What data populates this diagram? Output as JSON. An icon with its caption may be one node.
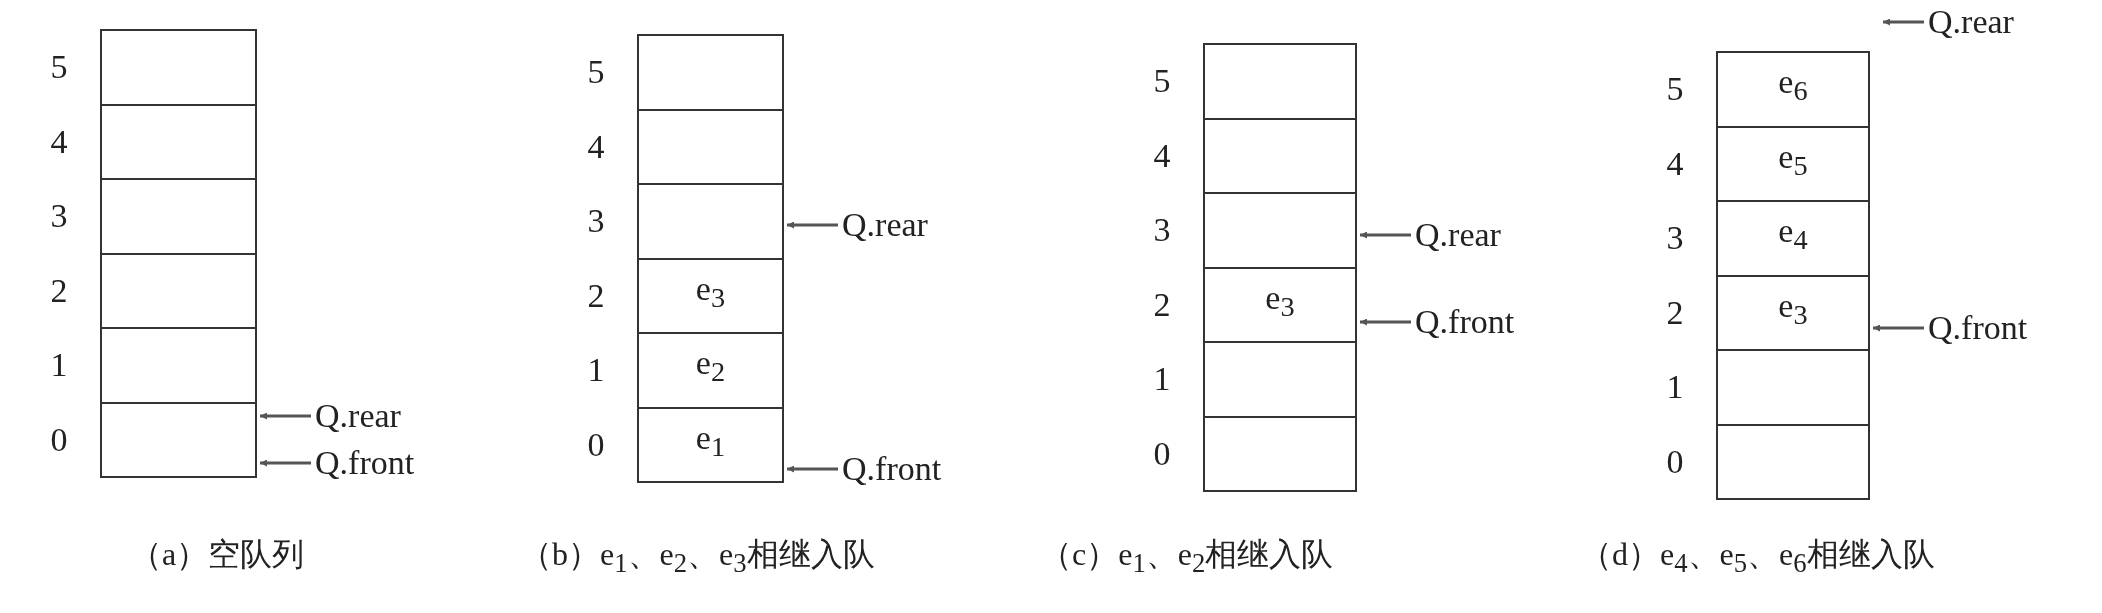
{
  "diagram": {
    "nodes": [
      {
        "text": [],
        "shape": "box",
        "beside": [
          "5"
        ]
      },
      {
        "text": [],
        "shape": "box",
        "beside": [
          "4"
        ]
      },
      {
        "text": [],
        "shape": "box",
        "beside": [
          "3"
        ]
      },
      {
        "text": [],
        "shape": "box",
        "beside": [
          "2"
        ]
      },
      {
        "text": [],
        "shape": "box",
        "beside": [
          "1"
        ]
      },
      {
        "text": [],
        "shape": "box",
        "beside": [
          "0"
        ]
      },
      {
        "text": [
          "Q.rear"
        ]
      },
      {
        "text": [
          "Q.front"
        ]
      },
      {
        "text": [],
        "shape": "box",
        "beside": [
          "5"
        ]
      },
      {
        "text": [],
        "shape": "box",
        "beside": [
          "4"
        ]
      },
      {
        "text": [],
        "shape": "box",
        "beside": [
          "3"
        ]
      },
      {
        "text": [
          "e$_{3}$"
        ],
        "beside": [
          "2"
        ]
      },
      {
        "text": [
          "e$_{2}$"
        ],
        "beside": [
          "1"
        ]
      },
      {
        "text": [
          "e$_{1}$"
        ],
        "beside": [
          "0"
        ]
      },
      {
        "text": [
          "Q.rear"
        ]
      },
      {
        "text": [
          "Q.front"
        ]
      },
      {
        "text": [],
        "shape": "box",
        "beside": [
          "5"
        ]
      },
      {
        "text": [],
        "shape": "box",
        "beside": [
          "4"
        ]
      },
      {
        "text": [],
        "shape": "box",
        "beside": [
          "3"
        ]
      },
      {
        "text": [
          "e$_{3}$"
        ],
        "beside": [
          "2"
        ]
      },
      {
        "text": [],
        "shape": "box",
        "beside": [
          "1"
        ]
      },
      {
        "text": [],
        "shape": "box",
        "beside": [
          "0"
        ]
      },
      {
        "text": [
          "Q.rear"
        ]
      },
      {
        "text": [
          "Q.front"
        ]
      },
      {
        "text": [
          "e$_{6}$"
        ],
        "beside": [
          "5"
        ]
      },
      {
        "text": [
          "e$_{5}$"
        ],
        "beside": [
          "4"
        ]
      },
      {
        "text": [
          "e$_{4}$"
        ],
        "beside": [
          "3"
        ]
      },
      {
        "text": [
          "e$_{3}$"
        ],
        "beside": [
          "2"
        ]
      },
      {
        "text": [],
        "shape": "box",
        "beside": [
          "1"
        ]
      },
      {
        "text": [],
        "shape": "box",
        "beside": [
          "0"
        ]
      },
      {
        "text": [
          "Q.rear"
        ]
      },
      {
        "text": [
          "Q.front"
        ]
      }
    ],
    "edges": [
      {
        "from": 6,
        "to": 5,
        "arrow": "to"
      },
      {
        "from": 7,
        "to": 5,
        "arrow": "to"
      },
      {
        "from": 14,
        "to": 10,
        "arrow": "to"
      },
      {
        "from": 15,
        "to": 13,
        "arrow": "to"
      },
      {
        "from": 22,
        "to": 18,
        "arrow": "to"
      },
      {
        "from": 23,
        "to": 19,
        "arrow": "to"
      },
      {
        "from": 30,
        "to": null,
        "arrow": "to"
      },
      {
        "from": 31,
        "to": 27,
        "arrow": "to"
      }
    ],
    "labels": [
      "（a）空队列",
      "（b）e$_{1}$、e$_{2}$、e$_{3}$相继入队",
      "（c）e$_{1}$、e$_{2}$相继入队",
      "（d）e$_{4}$、e$_{5}$、e$_{6}$相继入队"
    ]
  }
}
